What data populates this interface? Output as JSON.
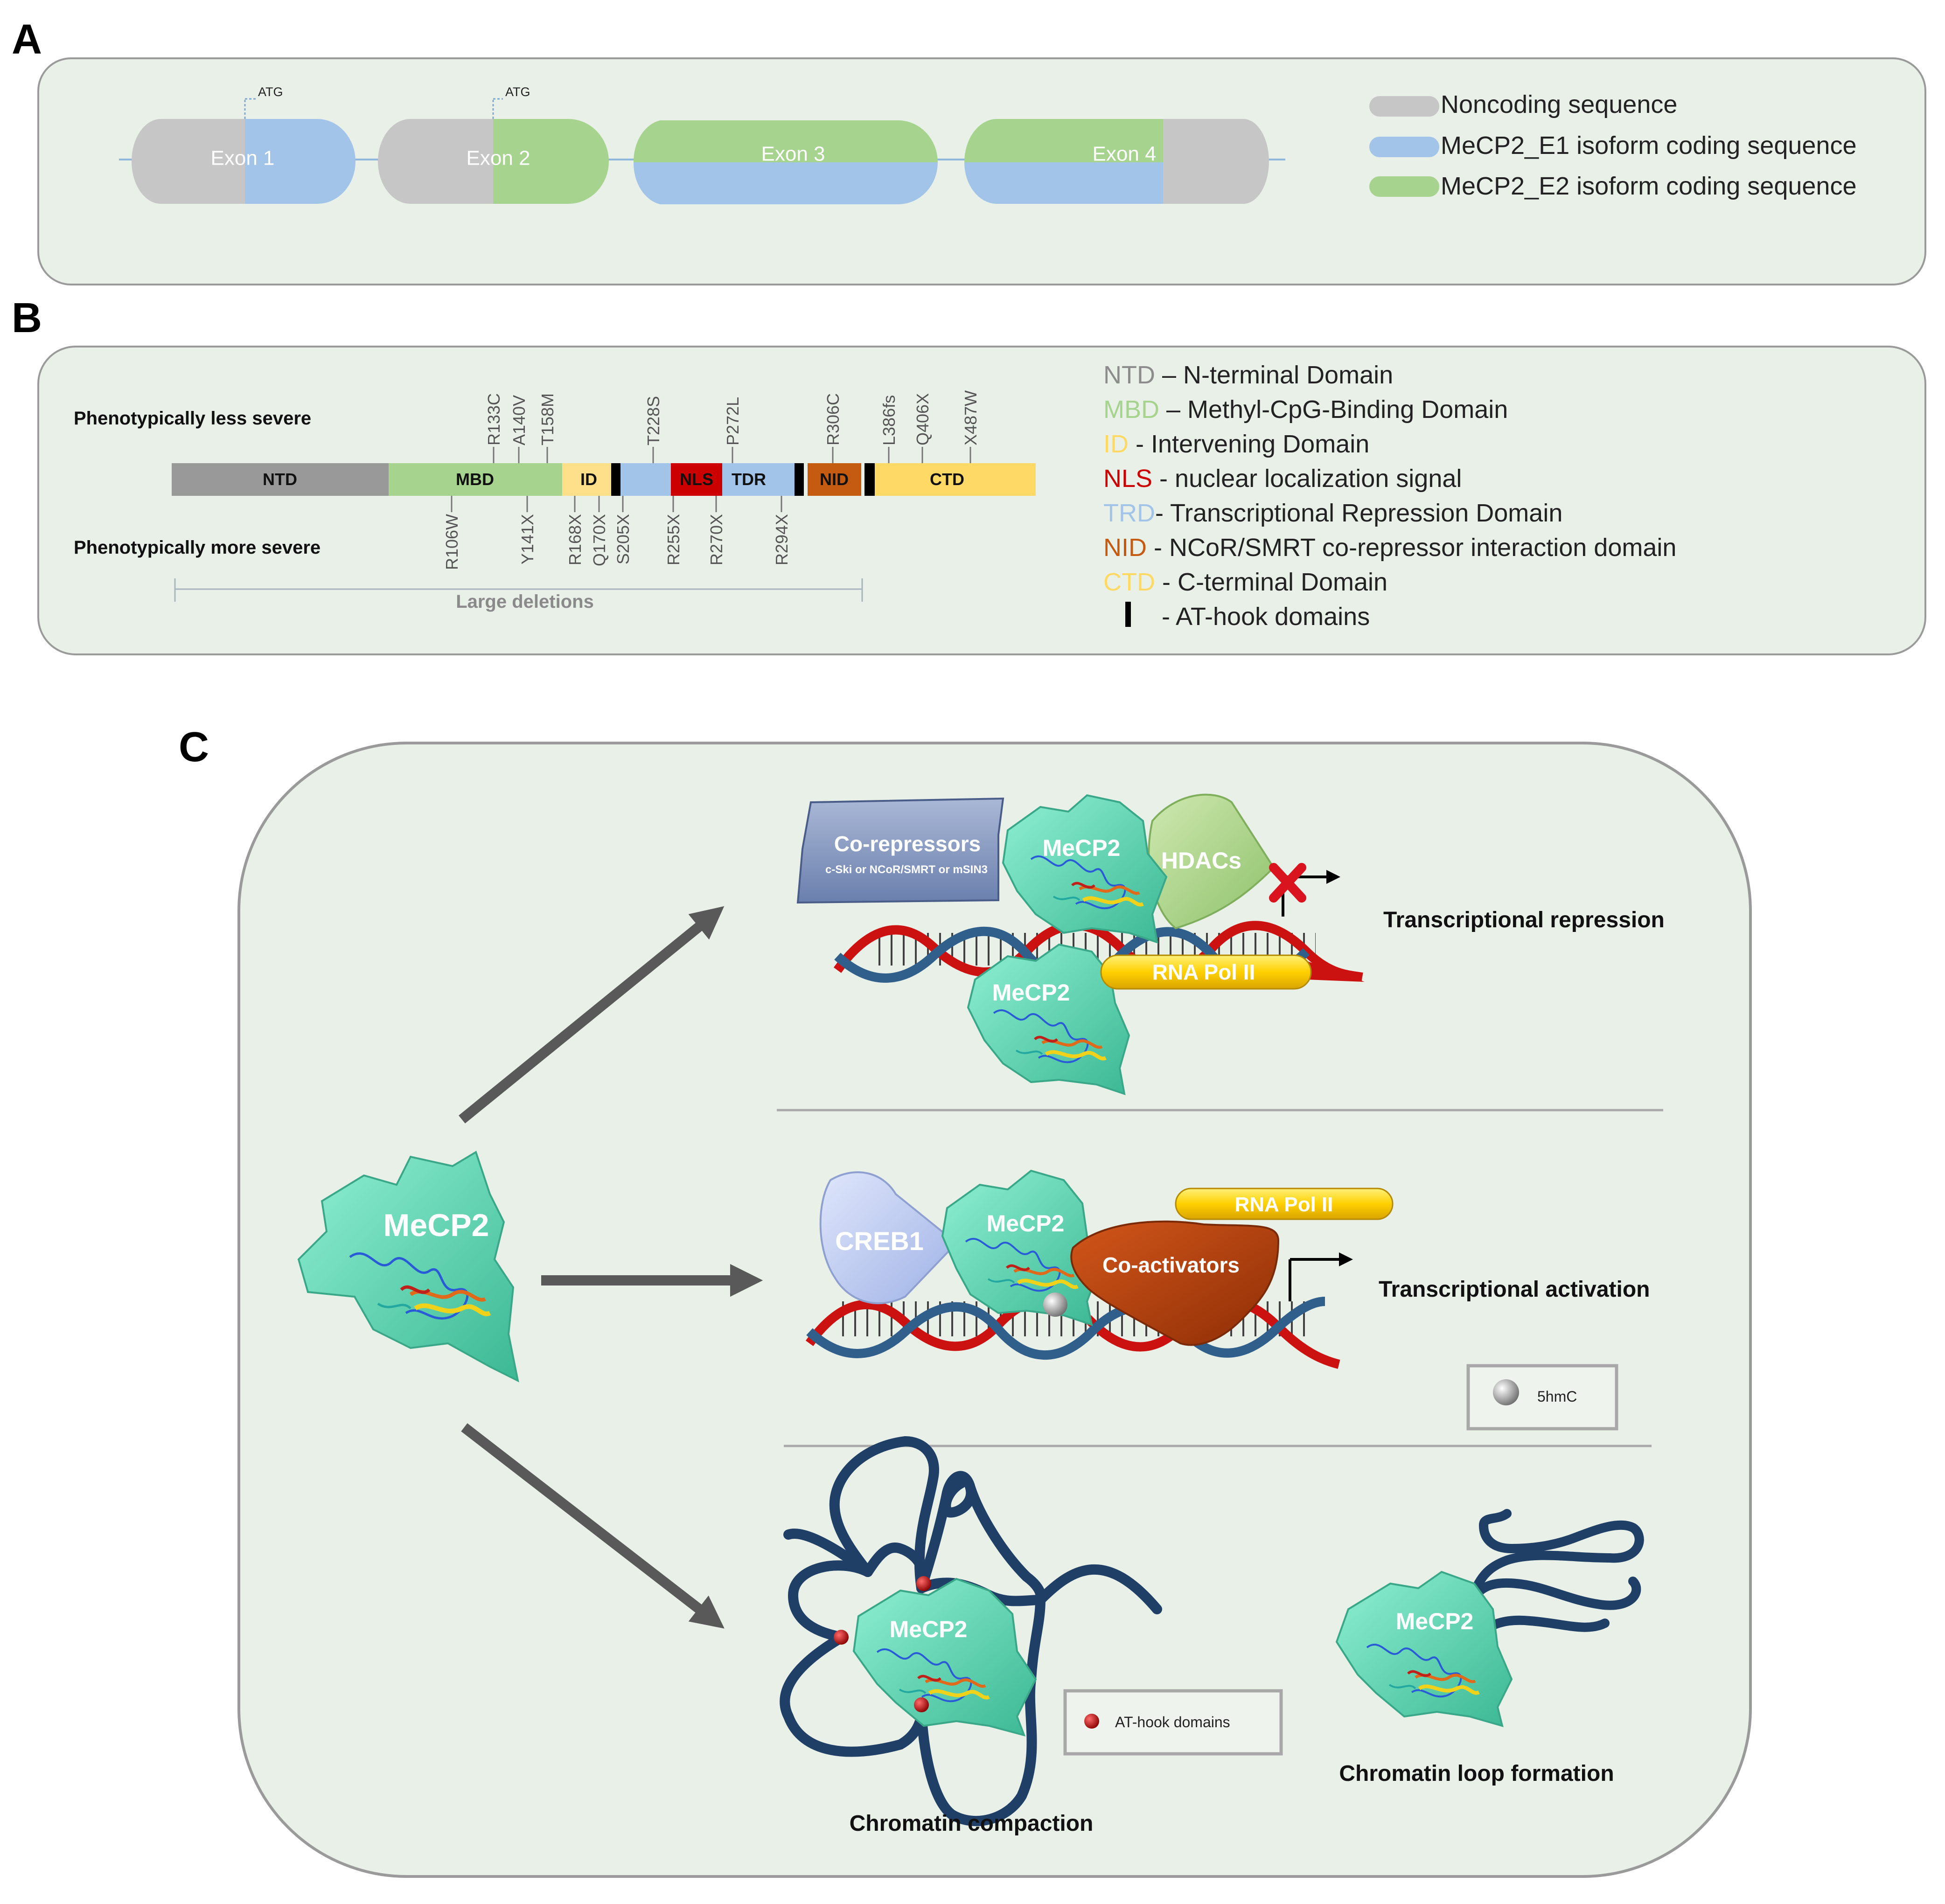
{
  "colors": {
    "panel_bg": "#e8f0e8",
    "noncoding": "#c6c6c6",
    "e1": "#a1c4e8",
    "e2": "#a6d38e",
    "ntd": "#999999",
    "mbd": "#a6d38e",
    "id": "#ffe08a",
    "nls": "#cc0000",
    "trd": "#a1c4e8",
    "nid": "#c55a11",
    "ctd": "#ffd966",
    "mecp2": "#66d4b2",
    "arrow": "#595959",
    "dna_blue": "#2f5f8a",
    "dna_red": "#cc1111",
    "chromatin": "#1f3f66"
  },
  "panelA": {
    "letter": "A",
    "exons": [
      {
        "label": "Exon 1",
        "atg": "ATG"
      },
      {
        "label": "Exon 2",
        "atg": "ATG"
      },
      {
        "label": "Exon 3"
      },
      {
        "label": "Exon 4"
      }
    ],
    "legend": [
      {
        "key": "noncoding",
        "label": "Noncoding sequence"
      },
      {
        "key": "e1",
        "label": "MeCP2_E1 isoform coding sequence"
      },
      {
        "key": "e2",
        "label": "MeCP2_E2 isoform coding sequence"
      }
    ]
  },
  "panelB": {
    "letter": "B",
    "less_severe_label": "Phenotypically less severe",
    "more_severe_label": "Phenotypically more severe",
    "large_deletions": "Large deletions",
    "domains": [
      "NTD",
      "MBD",
      "ID",
      "NLS",
      "TDR",
      "NID",
      "CTD"
    ],
    "mutations_top": [
      "R133C",
      "A140V",
      "T158M",
      "T228S",
      "P272L",
      "R306C",
      "L386fs",
      "Q406X",
      "X487W"
    ],
    "mutations_bottom": [
      "R106W",
      "Y141X",
      "R168X",
      "Q170X",
      "S205X",
      "R255X",
      "R270X",
      "R294X"
    ],
    "legend": [
      {
        "abbr": "NTD",
        "desc": " – N-terminal Domain",
        "color": "#8c8c8c"
      },
      {
        "abbr": "MBD",
        "desc": " – Methyl-CpG-Binding Domain",
        "color": "#a6d38e"
      },
      {
        "abbr": "ID",
        "desc": " - Intervening Domain",
        "color": "#ffd966"
      },
      {
        "abbr": "NLS",
        "desc": " - nuclear localization signal",
        "color": "#cc0000"
      },
      {
        "abbr": "TRD",
        "desc": "- Transcriptional Repression Domain",
        "color": "#a1c4e8"
      },
      {
        "abbr": "NID",
        "desc": " - NCoR/SMRT co-repressor interaction domain",
        "color": "#c55a11"
      },
      {
        "abbr": "CTD",
        "desc": " - C-terminal Domain",
        "color": "#ffd966"
      },
      {
        "abbr": "",
        "desc": "- AT-hook domains",
        "color": "#000000"
      }
    ]
  },
  "panelC": {
    "letter": "C",
    "center_protein": "MeCP2",
    "repression": {
      "corepressors": "Co-repressors",
      "corepressors_sub": "c-Ski or NCoR/SMRT or mSIN3",
      "mecp2_top": "MeCP2",
      "hdacs": "HDACs",
      "mecp2_bottom": "MeCP2",
      "rna_pol": "RNA Pol II",
      "caption": "Transcriptional repression"
    },
    "activation": {
      "creb1": "CREB1",
      "mecp2": "MeCP2",
      "coactivators": "Co-activators",
      "rna_pol": "RNA Pol II",
      "caption": "Transcriptional activation",
      "legend_5hmc": "5hmC"
    },
    "chromatin": {
      "compaction_mecp2": "MeCP2",
      "compaction_caption": "Chromatin compaction",
      "at_hook_legend": "AT-hook domains",
      "loop_mecp2": "MeCP2",
      "loop_caption": "Chromatin loop formation"
    }
  }
}
